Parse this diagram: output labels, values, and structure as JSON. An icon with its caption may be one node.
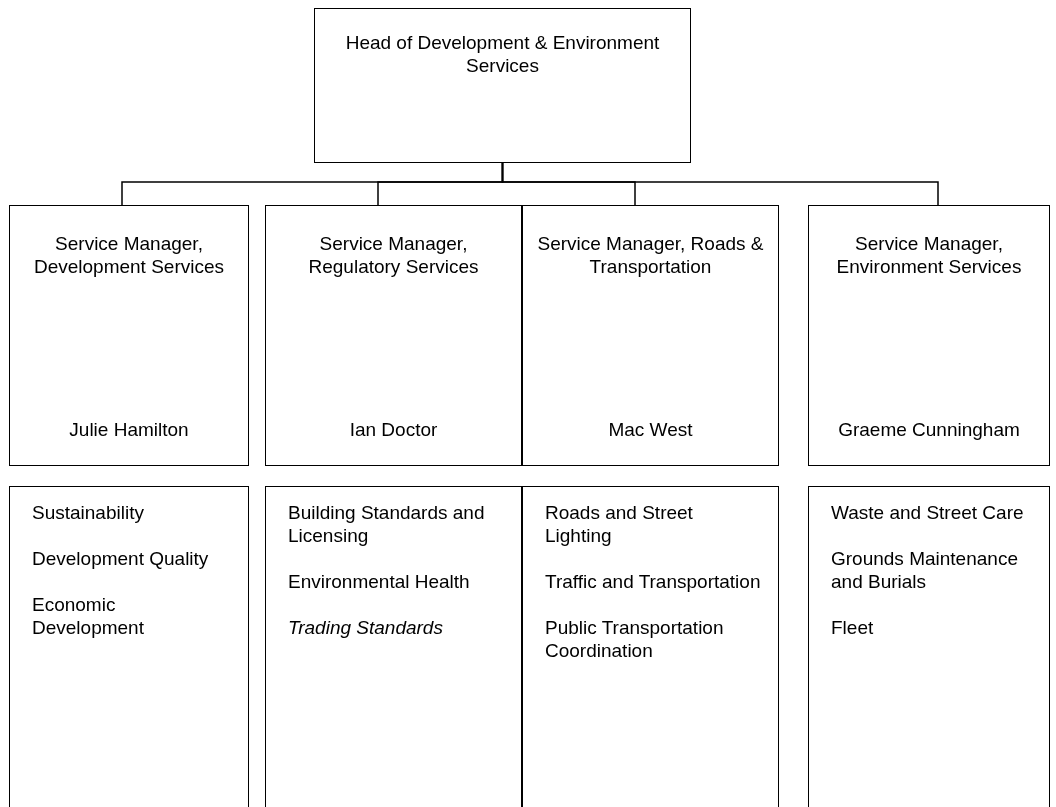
{
  "diagram": {
    "nodes": [
      {
        "text": [
          "Head of Development & Environment Services"
        ]
      },
      {
        "text": [
          "Service Manager, Development Services",
          "Julie Hamilton"
        ]
      },
      {
        "text": [
          "Service Manager, Regulatory Services",
          "Ian Doctor"
        ]
      },
      {
        "text": [
          "Service Manager, Roads & Transportation",
          "Mac West"
        ]
      },
      {
        "text": [
          "Service Manager, Environment Services",
          "Graeme Cunningham"
        ]
      },
      {
        "text": [
          "Sustainability",
          "Development Quality",
          "Economic Development"
        ]
      },
      {
        "text": [
          "Building Standards and Licensing",
          "Environmental Health",
          "*Trading Standards*"
        ]
      },
      {
        "text": [
          "Roads and Street Lighting",
          "Traffic and Transportation",
          "Public Transportation Coordination"
        ]
      },
      {
        "text": [
          "Waste and Street Care",
          "Grounds Maintenance and Burials",
          "Fleet"
        ]
      }
    ],
    "edges": [
      {
        "from": 0,
        "to": 1,
        "arrow": "none"
      },
      {
        "from": 0,
        "to": 2,
        "arrow": "none"
      },
      {
        "from": 0,
        "to": 3,
        "arrow": "none"
      },
      {
        "from": 0,
        "to": 4,
        "arrow": "none"
      }
    ]
  }
}
